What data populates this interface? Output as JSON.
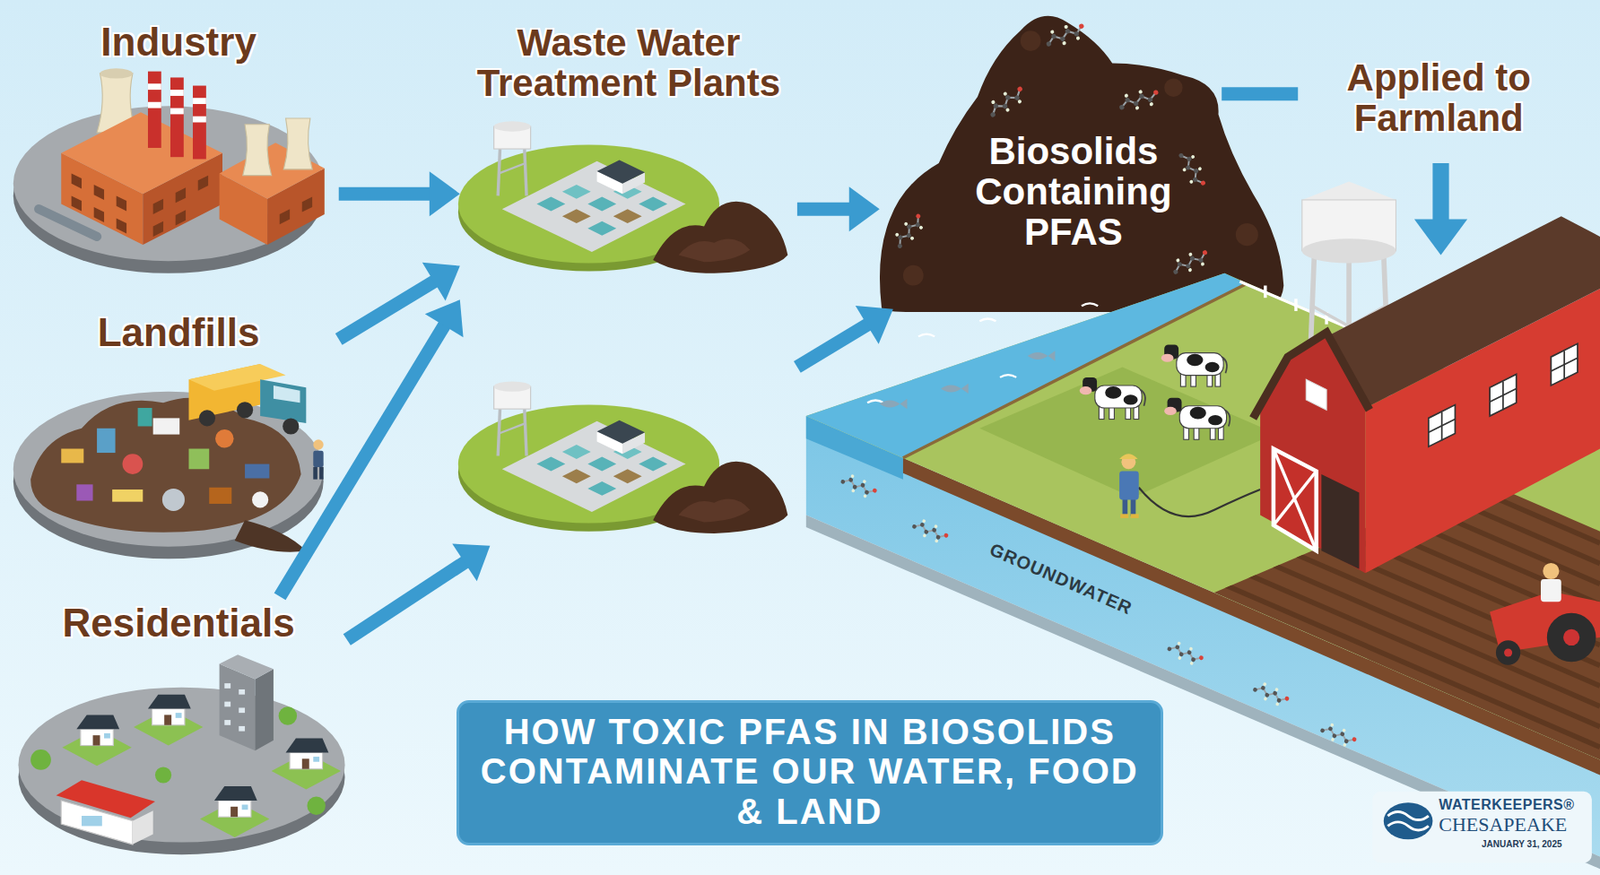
{
  "diagram": {
    "title": "HOW TOXIC PFAS IN BIOSOLIDS CONTAMINATE OUR WATER, FOOD & LAND",
    "nodes": [
      {
        "text": [
          "Industry"
        ]
      },
      {
        "text": [
          "Waste Water Treatment Plants"
        ]
      },
      {
        "text": [
          "Biosolids Containing PFAS"
        ]
      },
      {
        "text": [
          "Applied to Farmland"
        ]
      },
      {
        "text": [
          "Landfills"
        ]
      },
      {
        "text": [
          "Residentials"
        ]
      }
    ],
    "edges": [
      {
        "from": 0,
        "to": 1,
        "arrow": "to"
      },
      {
        "from": 4,
        "to": 1,
        "arrow": "to"
      },
      {
        "from": 5,
        "to": 1,
        "arrow": "to"
      },
      {
        "from": 5,
        "to": 1,
        "arrow": "to"
      },
      {
        "from": 1,
        "to": 2,
        "arrow": "to"
      },
      {
        "from": 1,
        "to": 2,
        "arrow": "to"
      },
      {
        "from": 2,
        "to": 3,
        "arrow": "none"
      }
    ],
    "labels": [
      "GROUNDWATER",
      "WATERKEEPERS®",
      "CHESAPEAKE",
      "JANUARY 31, 2025"
    ]
  }
}
